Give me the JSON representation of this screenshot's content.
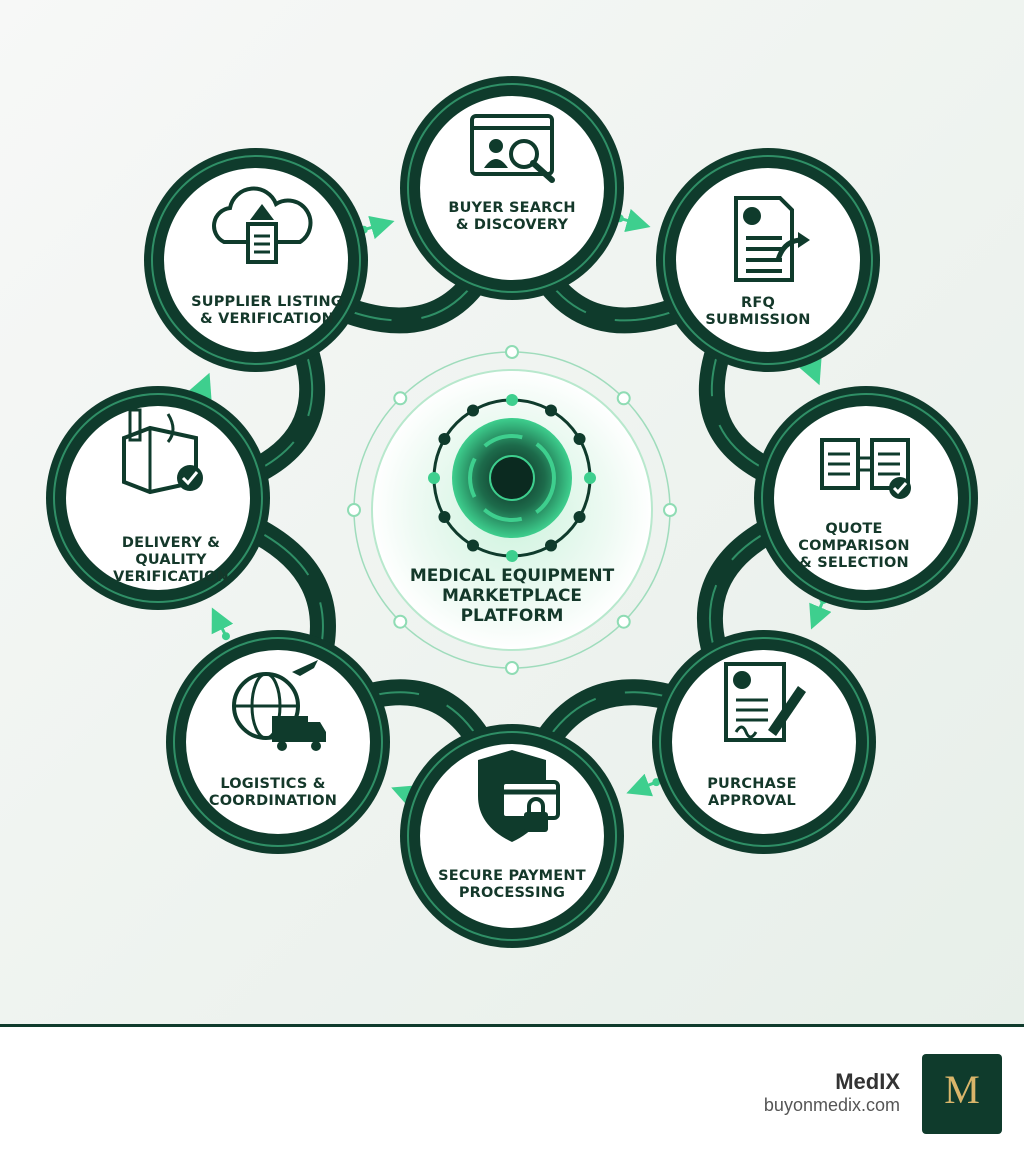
{
  "center": {
    "title": "MEDICAL EQUIPMENT\nMARKETPLACE\nPLATFORM"
  },
  "nodes": [
    {
      "label": "BUYER SEARCH\n& DISCOVERY",
      "icon": "search-profile-icon"
    },
    {
      "label": "RFQ\nSUBMISSION",
      "icon": "rfq-document-icon"
    },
    {
      "label": "QUOTE\nCOMPARISON\n& SELECTION",
      "icon": "compare-documents-icon"
    },
    {
      "label": "PURCHASE\nAPPROVAL",
      "icon": "signed-document-icon"
    },
    {
      "label": "SECURE PAYMENT\nPROCESSING",
      "icon": "shield-card-lock-icon"
    },
    {
      "label": "LOGISTICS &\nCOORDINATION",
      "icon": "globe-truck-plane-icon"
    },
    {
      "label": "DELIVERY &\nQUALITY\nVERIFICATION",
      "icon": "box-tools-check-icon"
    },
    {
      "label": "SUPPLIER LISTING\n& VERIFICATION",
      "icon": "cloud-upload-document-icon"
    }
  ],
  "footer": {
    "brand_name": "MedIX",
    "brand_url": "buyonmedix.com",
    "logo_letter": "M"
  },
  "colors": {
    "dark_green": "#0f3b2c",
    "accent_green": "#3ecf8e",
    "text": "#14382a"
  }
}
